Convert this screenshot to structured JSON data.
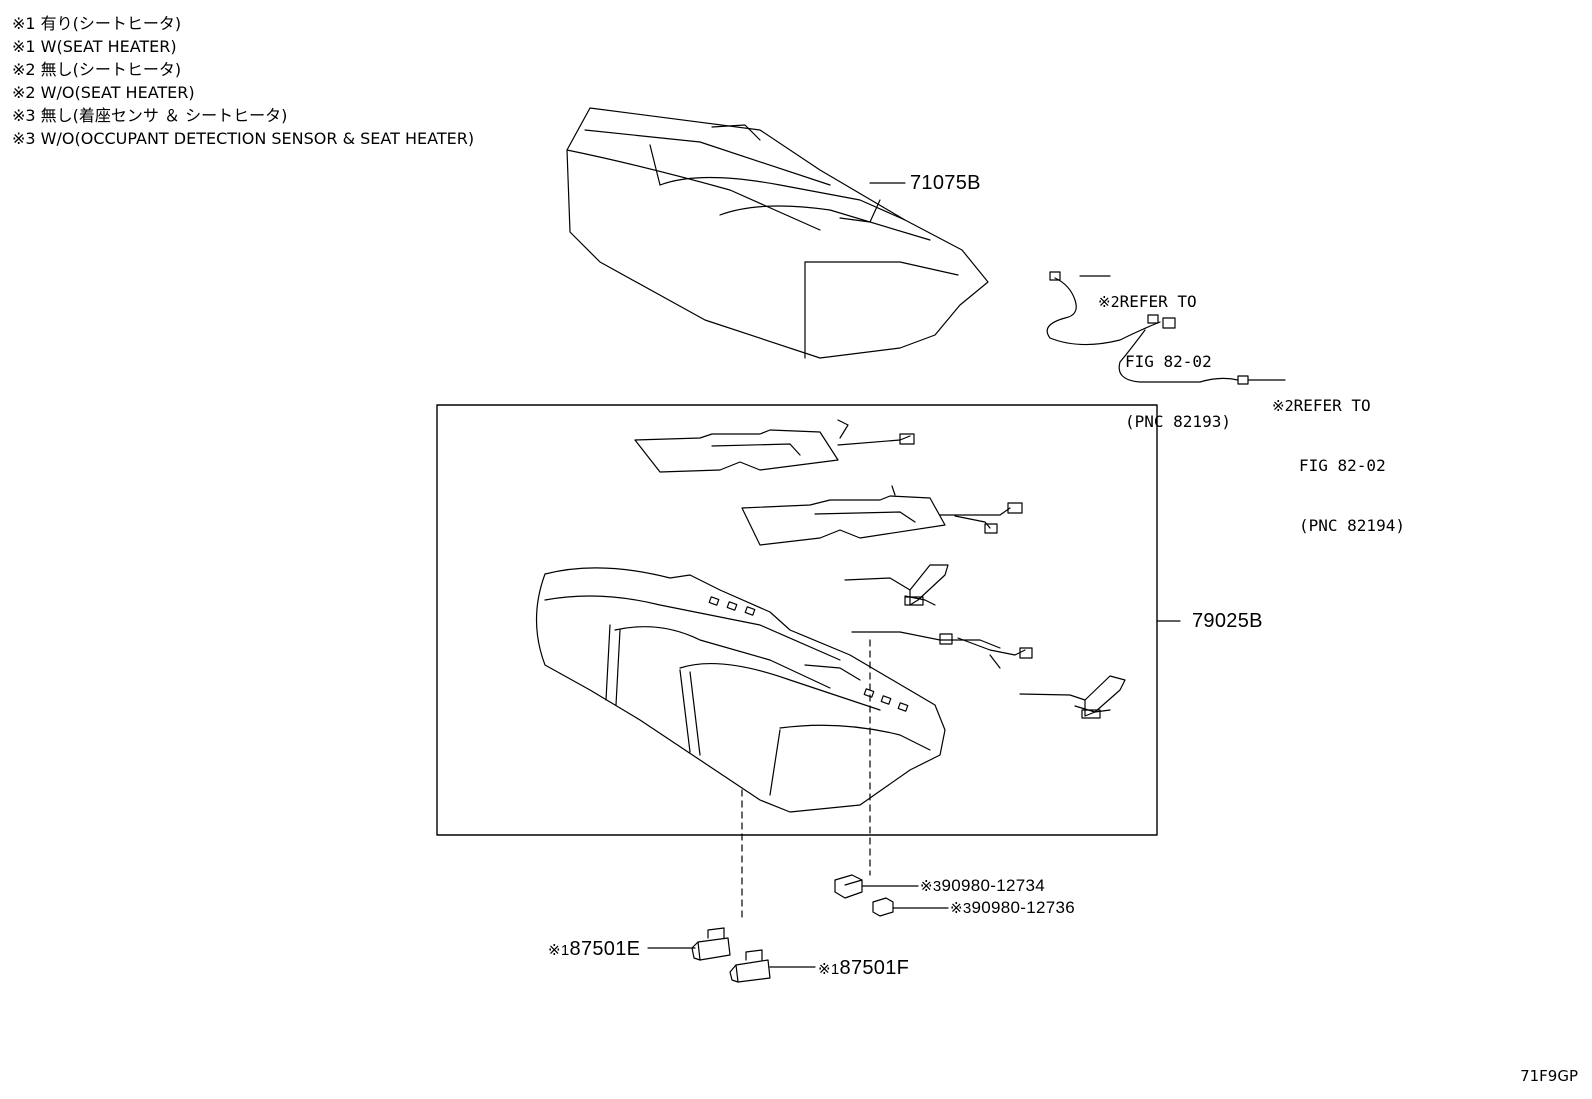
{
  "notes": [
    "※1 有り(シートヒータ)",
    "※1 W(SEAT HEATER)",
    "※2 無し(シートヒータ)",
    "※2 W/O(SEAT HEATER)",
    "※3 無し(着座センサ ＆ シートヒータ)",
    "※3 W/O(OCCUPANT DETECTION SENSOR & SEAT HEATER)"
  ],
  "parts": {
    "cover": "71075B",
    "assembly": "79025B",
    "clip_a": {
      "mark": "※3",
      "number": "90980-12734"
    },
    "clip_b": {
      "mark": "※3",
      "number": "90980-12736"
    },
    "connector_e": {
      "mark": "※1",
      "number": "87501E"
    },
    "connector_f": {
      "mark": "※1",
      "number": "87501F"
    }
  },
  "references": [
    {
      "mark": "※2",
      "line1": "REFER TO",
      "line2": "FIG 82-02",
      "line3": "(PNC 82193)"
    },
    {
      "mark": "※2",
      "line1": "REFER TO",
      "line2": "FIG 82-02",
      "line3": "(PNC 82194)"
    }
  ],
  "figure_code": "71F9GP"
}
